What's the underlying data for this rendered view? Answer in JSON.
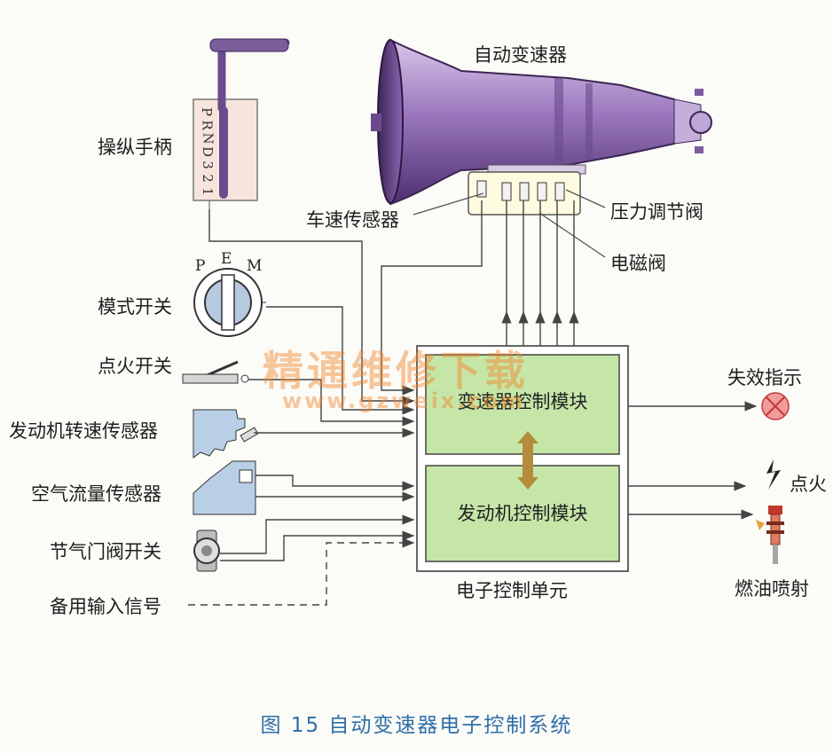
{
  "labels": {
    "transmission": "自动变速器",
    "shift_lever": "操纵手柄",
    "speed_sensor": "车速传感器",
    "pressure_valve": "压力调节阀",
    "solenoid": "电磁阀",
    "mode_switch": "模式开关",
    "ignition_switch": "点火开关",
    "engine_speed_sensor": "发动机转速传感器",
    "airflow_sensor": "空气流量传感器",
    "throttle_switch": "节气门阀开关",
    "backup_input": "备用输入信号",
    "fail_indicator": "失效指示",
    "ignition": "点火",
    "fuel_injection": "燃油喷射",
    "ecu": "电子控制单元",
    "tcm": "变速器控制模块",
    "ecm": "发动机控制模块"
  },
  "mode_letters": [
    "P",
    "E",
    "M"
  ],
  "gear_letters": [
    "P",
    "R",
    "N",
    "D",
    "3",
    "2",
    "1"
  ],
  "watermark": {
    "text": "精通维修下载",
    "url": "www.gzweix.com"
  },
  "caption": "图 15   自动变速器电子控制系统",
  "colors": {
    "module_fill": "#c6e6a8",
    "arrow": "#444444",
    "caption": "#2f6ea8",
    "transmission": "#8a5fae"
  }
}
